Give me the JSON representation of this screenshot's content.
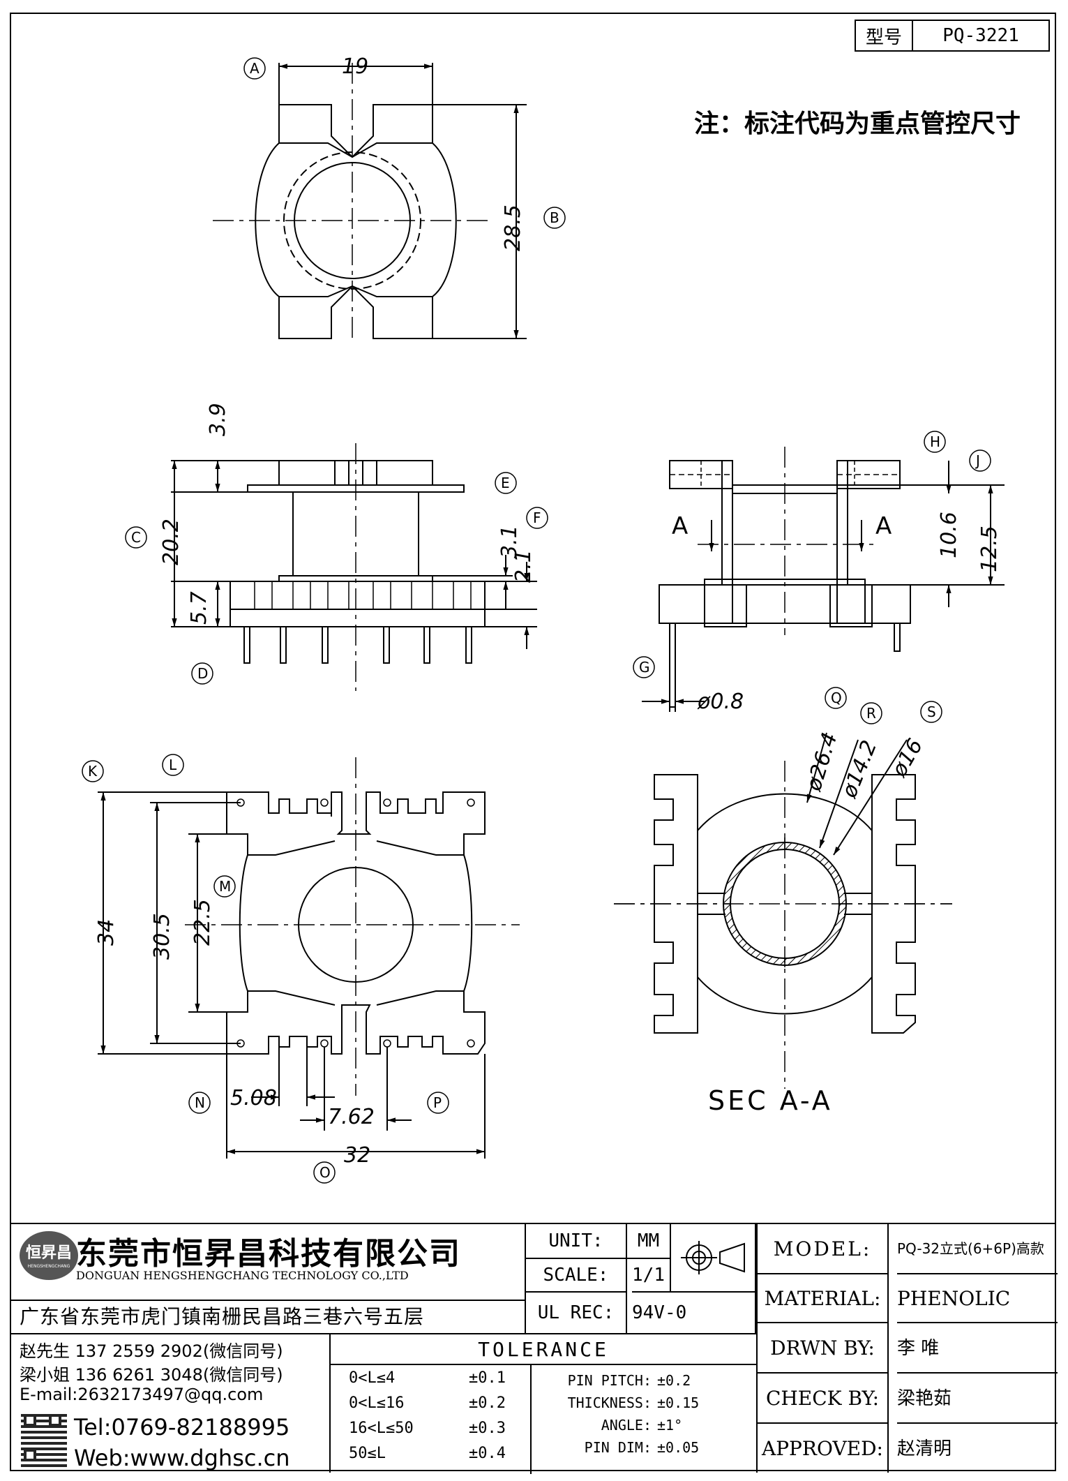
{
  "header": {
    "type_label": "型号",
    "part_number": "PQ-3221"
  },
  "note": "注：标注代码为重点管控尺寸",
  "dimensions": {
    "top_width": "19",
    "top_height": "28.5",
    "side_3_9": "3.9",
    "side_20_2": "20.2",
    "side_5_7": "5.7",
    "side_3_1": "3.1",
    "side_2_1": "2.1",
    "right_10_6": "10.6",
    "right_12_5": "12.5",
    "pin_dia": "ø0.8",
    "bottom_34": "34",
    "bottom_30_5": "30.5",
    "bottom_22_5": "22.5",
    "pitch_5_08": "5.08",
    "pitch_7_62": "7.62",
    "width_32": "32",
    "dia_26_4": "ø26.4",
    "dia_14_2": "ø14.2",
    "dia_16": "ø16"
  },
  "callouts": [
    "A",
    "B",
    "C",
    "D",
    "E",
    "F",
    "G",
    "H",
    "J",
    "K",
    "L",
    "M",
    "N",
    "O",
    "P",
    "Q",
    "R",
    "S"
  ],
  "section": {
    "arrow_label_left": "A",
    "arrow_label_right": "A",
    "title": "SEC A-A"
  },
  "company": {
    "name_cn": "东莞市恒昇昌科技有限公司",
    "name_en": "DONGUAN HENGSHENGCHANG TECHNOLOGY CO.,LTD",
    "logo_text": "恒昇昌",
    "logo_sub": "HENGSHENGCHANG",
    "address": "广东省东莞市虎门镇南栅民昌路三巷六号五层"
  },
  "contacts": {
    "line1": "赵先生 137 2559 2902(微信同号)",
    "line2": "梁小姐 136 6261 3048(微信同号)",
    "email": "E-mail:2632173497@qq.com",
    "tel": "Tel:0769-82188995",
    "web": "Web:www.dghsc.cn"
  },
  "spec": {
    "unit_label": "UNIT:",
    "unit_value": "MM",
    "scale_label": "SCALE:",
    "scale_value": "1/1",
    "ulrec_label": "UL REC:",
    "ulrec_value": "94V-0"
  },
  "tolerance": {
    "title": "TOLERANCE",
    "rows": [
      {
        "range": "0<L≤4",
        "value": "±0.1"
      },
      {
        "range": "0<L≤16",
        "value": "±0.2"
      },
      {
        "range": "16<L≤50",
        "value": "±0.3"
      },
      {
        "range": "50≤L",
        "value": "±0.4"
      }
    ],
    "extra": [
      {
        "label": "PIN PITCH:",
        "value": "±0.2"
      },
      {
        "label": "THICKNESS:",
        "value": "±0.15"
      },
      {
        "label": "ANGLE:",
        "value": "±1°"
      },
      {
        "label": "PIN DIM:",
        "value": "±0.05"
      }
    ]
  },
  "model": {
    "label": "MODEL:",
    "value": "PQ-32立式(6+6P)高款"
  },
  "material": {
    "label": "MATERIAL:",
    "value": "PHENOLIC"
  },
  "drawn": {
    "label": "DRWN BY:",
    "value": "李 唯"
  },
  "check": {
    "label": "CHECK BY:",
    "value": "梁艳茹"
  },
  "approved": {
    "label": "APPROVED:",
    "value": "赵清明"
  }
}
